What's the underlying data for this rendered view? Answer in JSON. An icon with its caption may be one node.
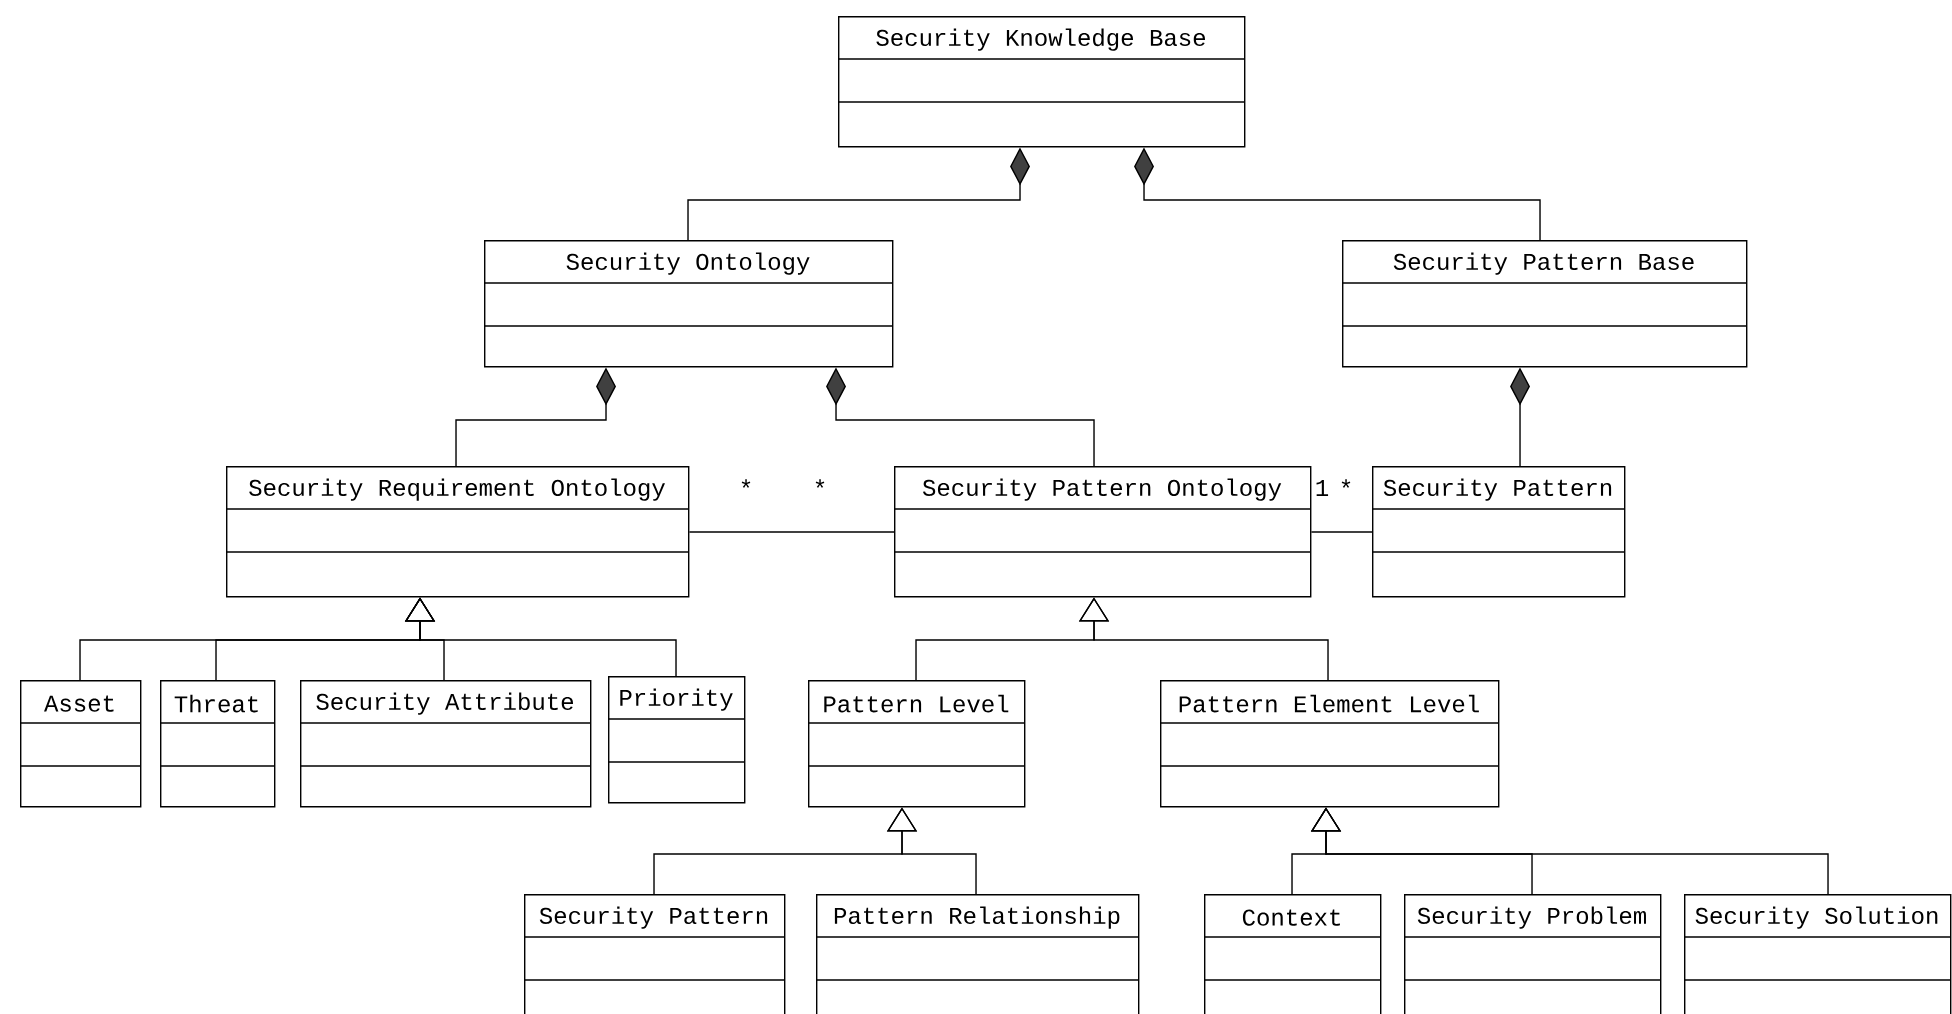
{
  "diagram": {
    "nodes": [
      {
        "text": [
          "Security Knowledge Base"
        ]
      },
      {
        "text": [
          "Security Ontology"
        ]
      },
      {
        "text": [
          "Security Pattern Base"
        ]
      },
      {
        "text": [
          "Security Requirement Ontology"
        ]
      },
      {
        "text": [
          "Security Pattern Ontology"
        ]
      },
      {
        "text": [
          "Security Pattern"
        ]
      },
      {
        "text": [
          "Asset"
        ]
      },
      {
        "text": [
          "Threat"
        ]
      },
      {
        "text": [
          "Security Attribute"
        ]
      },
      {
        "text": [
          "Priority"
        ]
      },
      {
        "text": [
          "Pattern Level"
        ]
      },
      {
        "text": [
          "Pattern Element Level"
        ]
      },
      {
        "text": [
          "Security Pattern"
        ]
      },
      {
        "text": [
          "Pattern Relationship"
        ]
      },
      {
        "text": [
          "Context"
        ]
      },
      {
        "text": [
          "Security Problem"
        ]
      },
      {
        "text": [
          "Security Solution"
        ]
      }
    ],
    "edges": [
      {
        "from": 1,
        "to": 0,
        "arrow": "other"
      },
      {
        "from": 2,
        "to": 0,
        "arrow": "other"
      },
      {
        "from": 3,
        "to": 1,
        "arrow": "other"
      },
      {
        "from": 4,
        "to": 1,
        "arrow": "other"
      },
      {
        "from": 5,
        "to": 2,
        "arrow": "other"
      },
      {
        "from": 3,
        "to": 4,
        "arrow": "none"
      },
      {
        "from": 4,
        "to": 5,
        "arrow": "none"
      },
      {
        "from": 6,
        "to": 3,
        "arrow": "to"
      },
      {
        "from": 7,
        "to": 3,
        "arrow": "to"
      },
      {
        "from": 8,
        "to": 3,
        "arrow": "to"
      },
      {
        "from": 9,
        "to": 3,
        "arrow": "to"
      },
      {
        "from": 10,
        "to": 4,
        "arrow": "to"
      },
      {
        "from": 11,
        "to": 4,
        "arrow": "to"
      },
      {
        "from": 12,
        "to": 10,
        "arrow": "to"
      },
      {
        "from": 13,
        "to": 10,
        "arrow": "to"
      },
      {
        "from": 14,
        "to": 11,
        "arrow": "to"
      },
      {
        "from": 15,
        "to": 11,
        "arrow": "to"
      },
      {
        "from": 16,
        "to": 11,
        "arrow": "to"
      }
    ],
    "labels": [
      "*",
      "*",
      "1",
      "*"
    ]
  }
}
